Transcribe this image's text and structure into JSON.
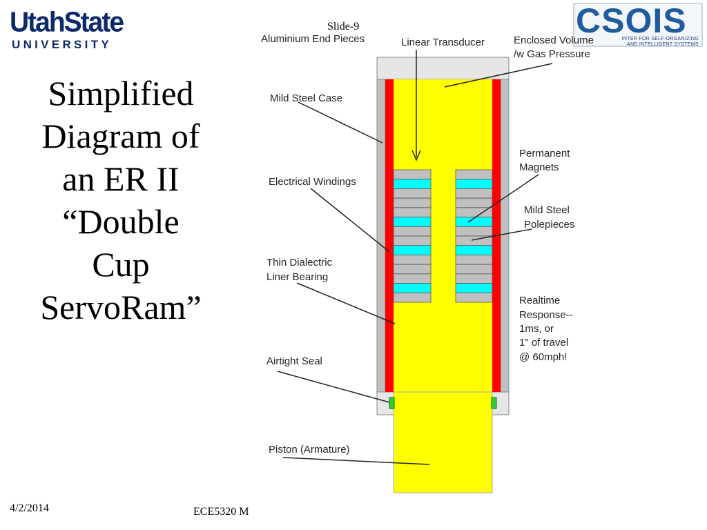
{
  "header": {
    "slide_label": "Slide-9",
    "logo_left": {
      "main": "UtahState",
      "sub": "UNIVERSITY"
    },
    "logo_right": {
      "main": "CSOIS",
      "line1": "INTER FOR SELF-ORGANIZING",
      "line2": "AND INTELLIGENT SYSTEMS"
    }
  },
  "title": [
    "Simplified",
    "Diagram of",
    "an ER II",
    "“Double",
    "Cup",
    "ServoRam”"
  ],
  "footer": {
    "date": "4/2/2014",
    "course": "ECE5320 M"
  },
  "diagram": {
    "labels": {
      "end_pieces": "Aluminium End Pieces",
      "transducer": "Linear Transducer",
      "enclosed": [
        "Enclosed Volume",
        "/w Gas Pressure"
      ],
      "case": "Mild Steel Case",
      "windings": "Electrical Windings",
      "magnets": [
        "Permanent",
        "Magnets"
      ],
      "polepieces": [
        "Mild Steel",
        "Polepieces"
      ],
      "liner": [
        "Thin Dialectric",
        "Liner Bearing"
      ],
      "response": [
        "Realtime",
        "Response--",
        "1ms, or",
        "1\" of travel",
        "@ 60mph!"
      ],
      "seal": "Airtight Seal",
      "piston": "Piston (Armature)"
    },
    "colors": {
      "yellow": "#ffff00",
      "red": "#ff0000",
      "cyan": "#00ffff",
      "steel": "#c0c0c0",
      "end_piece": "#e6e6e6",
      "seal_green": "#33cc33"
    }
  }
}
